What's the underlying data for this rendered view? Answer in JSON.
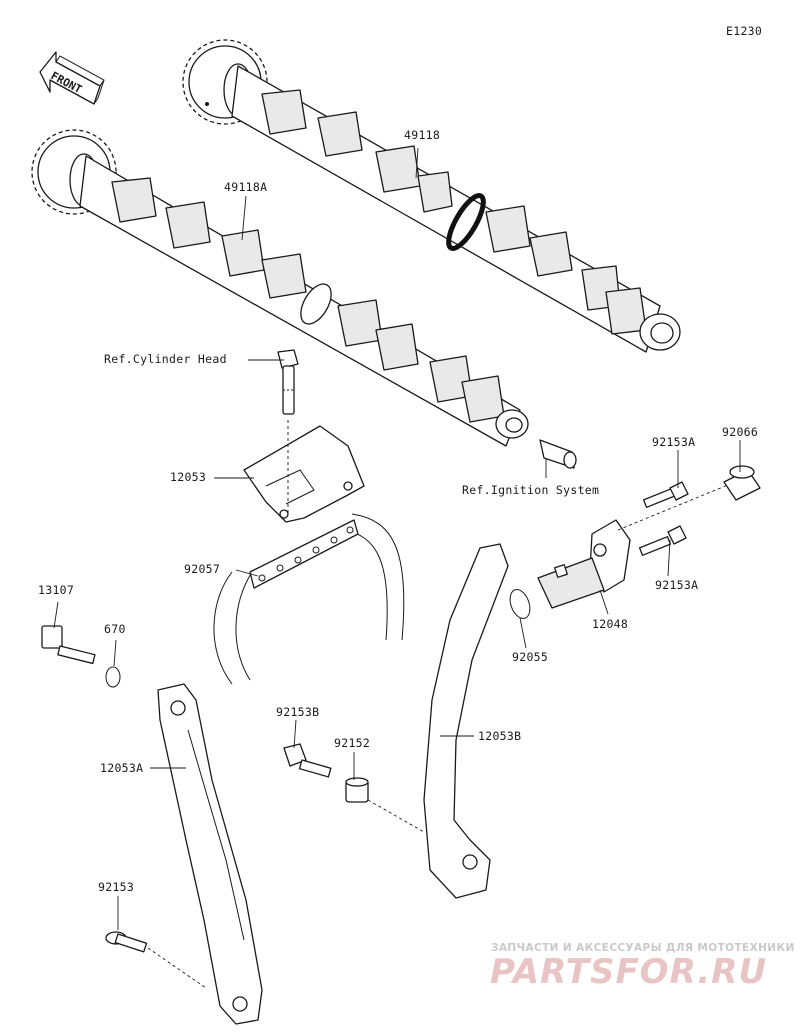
{
  "diagram": {
    "code": "E1230",
    "front_label": "FRONT",
    "labels": {
      "p49118": "49118",
      "p49118a": "49118A",
      "ref_cylinder_head": "Ref.Cylinder Head",
      "p12053": "12053",
      "ref_ignition": "Ref.Ignition System",
      "p92153a_top": "92153A",
      "p92066": "92066",
      "p92057": "92057",
      "p92153a_bottom": "92153A",
      "p12048": "12048",
      "p13107": "13107",
      "p670": "670",
      "p92055": "92055",
      "p92153b": "92153B",
      "p92152": "92152",
      "p12053b": "12053B",
      "p12053a": "12053A",
      "p92153": "92153"
    }
  },
  "watermark": {
    "caption": "ЗАПЧАСТИ И АКСЕССУАРЫ ДЛЯ МОТОТЕХНИКИ",
    "logo": "PARTSFOR.RU"
  },
  "colors": {
    "line": "#1a1a1a",
    "watermark_text": "#c9c9c9",
    "watermark_logo": "#e8c4c4"
  }
}
